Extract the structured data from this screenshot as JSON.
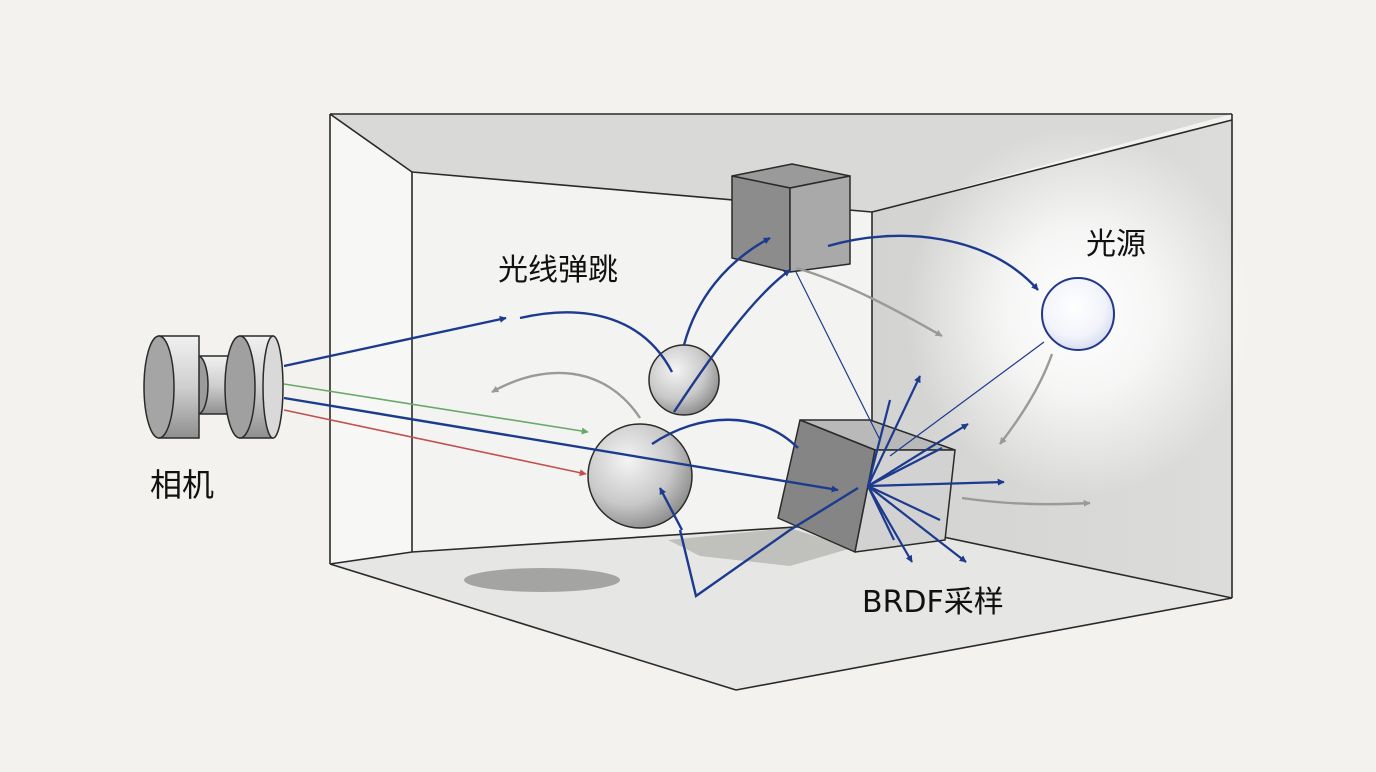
{
  "labels": {
    "camera": "相机",
    "bounce": "光线弹跳",
    "light": "光源",
    "brdf": "BRDF采样"
  },
  "colors": {
    "background": "#f3f2ee",
    "ray_primary": "#1c3a8e",
    "ray_secondary": "#9a9a98",
    "ray_green": "#6aa86a",
    "ray_red": "#c0504d",
    "outline": "#222222",
    "light_glow": "#ffffff"
  },
  "icons": [
    "camera-icon",
    "light-source-icon",
    "sphere-icon",
    "cube-icon"
  ]
}
